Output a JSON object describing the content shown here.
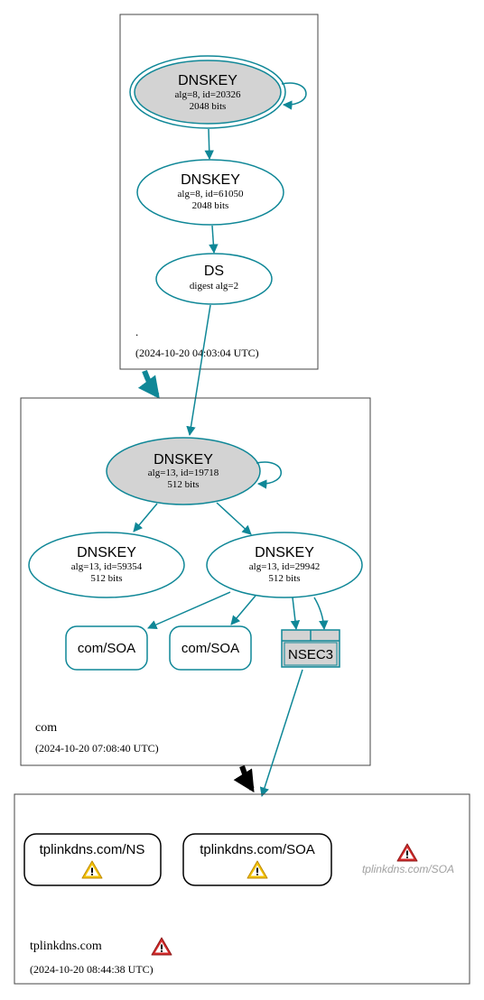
{
  "zones": {
    "root": {
      "name": ".",
      "timestamp": "(2024-10-20 04:03:04 UTC)"
    },
    "com": {
      "name": "com",
      "timestamp": "(2024-10-20 07:08:40 UTC)"
    },
    "tplinkdns": {
      "name": "tplinkdns.com",
      "timestamp": "(2024-10-20 08:44:38 UTC)"
    }
  },
  "nodes": {
    "root_ksk": {
      "title": "DNSKEY",
      "line1": "alg=8, id=20326",
      "line2": "2048 bits"
    },
    "root_zsk": {
      "title": "DNSKEY",
      "line1": "alg=8, id=61050",
      "line2": "2048 bits"
    },
    "root_ds": {
      "title": "DS",
      "line1": "digest alg=2"
    },
    "com_ksk": {
      "title": "DNSKEY",
      "line1": "alg=13, id=19718",
      "line2": "512 bits"
    },
    "com_zsk1": {
      "title": "DNSKEY",
      "line1": "alg=13, id=59354",
      "line2": "512 bits"
    },
    "com_zsk2": {
      "title": "DNSKEY",
      "line1": "alg=13, id=29942",
      "line2": "512 bits"
    },
    "com_soa1": {
      "label": "com/SOA"
    },
    "com_soa2": {
      "label": "com/SOA"
    },
    "com_nsec3": {
      "label": "NSEC3"
    },
    "tp_ns": {
      "label": "tplinkdns.com/NS"
    },
    "tp_soa": {
      "label": "tplinkdns.com/SOA"
    },
    "tp_soa_missing": {
      "label": "tplinkdns.com/SOA"
    }
  },
  "colors": {
    "edge": "#0f8797",
    "ksk_fill": "#d3d3d3",
    "warning": "#f3c300",
    "error": "#d42a2a",
    "missing_text": "#a0a0a0"
  }
}
